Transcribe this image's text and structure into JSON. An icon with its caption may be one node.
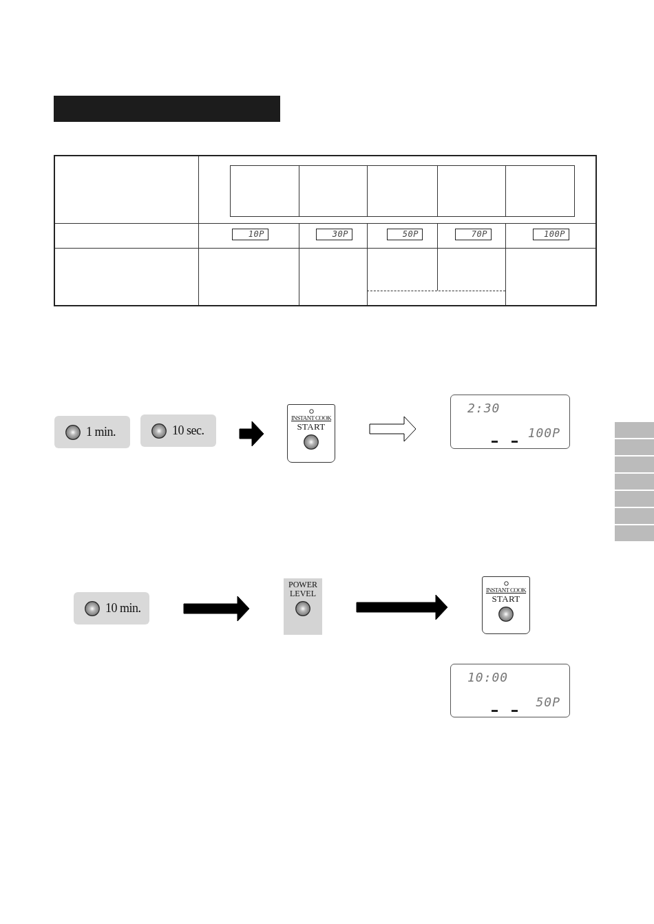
{
  "diagram": {
    "nodes": [
      {
        "text": [],
        "shape": "bar"
      },
      {
        "text": [
          "1 min."
        ]
      },
      {
        "text": [
          "10 sec."
        ]
      },
      {
        "text": [
          "INSTANT COOK",
          "START"
        ]
      },
      {
        "text": [
          "2:30",
          "100P"
        ]
      },
      {
        "text": [
          "10 min."
        ]
      },
      {
        "text": [
          "POWER LEVEL"
        ]
      },
      {
        "text": [
          "INSTANT COOK",
          "START"
        ]
      },
      {
        "text": [
          "10:00",
          "50P"
        ]
      }
    ],
    "edges": [
      {
        "from": 2,
        "to": 3,
        "arrow": "to"
      },
      {
        "from": 3,
        "to": 4,
        "arrow": "to",
        "color": "#ffffff"
      },
      {
        "from": 5,
        "to": 6,
        "arrow": "to"
      },
      {
        "from": 6,
        "to": 7,
        "arrow": "to"
      }
    ],
    "labels": [
      "10P",
      "30P",
      "50P",
      "70P",
      "100P"
    ]
  }
}
